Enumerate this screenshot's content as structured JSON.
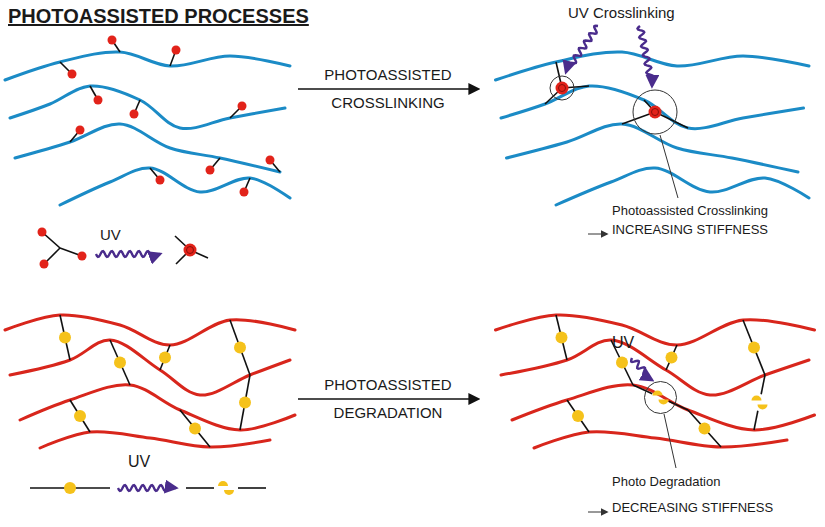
{
  "diagram": {
    "title": "PHOTOASSISTED PROCESSES",
    "labels": [
      "PHOTOASSISTED",
      "CROSSLINKING",
      "UV Crosslinking",
      "UV",
      "Photoassisted Crosslinking",
      "INCREASING STIFFNESS",
      "PHOTOASSISTED",
      "DEGRADATION",
      "UV",
      "UV",
      "Photo Degradation",
      "DECREASING STIFFNESS"
    ]
  }
}
